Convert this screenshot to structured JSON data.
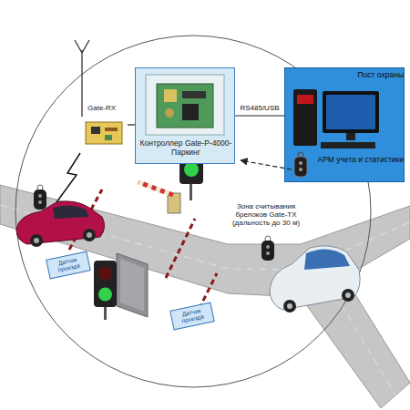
{
  "diagram": {
    "nodes": [
      {
        "text": [
          "Gate-RX"
        ]
      },
      {
        "text": [
          "Контроллер Gate-P-4000-Паркинг"
        ]
      },
      {
        "text": [
          "Пост охраны",
          "АРМ учета и статистики"
        ]
      },
      {
        "text": [
          "Датчик проезда"
        ]
      },
      {
        "text": [
          "Датчик проезда"
        ]
      }
    ],
    "edges": [
      {
        "from": 0,
        "to": 1,
        "arrow": "none"
      },
      {
        "from": 1,
        "to": 2,
        "label": "RS485/USB",
        "arrow": "none"
      }
    ],
    "labels": [
      "Зона считывания брелоков Gate-TX (дальность до 30 м)"
    ]
  }
}
